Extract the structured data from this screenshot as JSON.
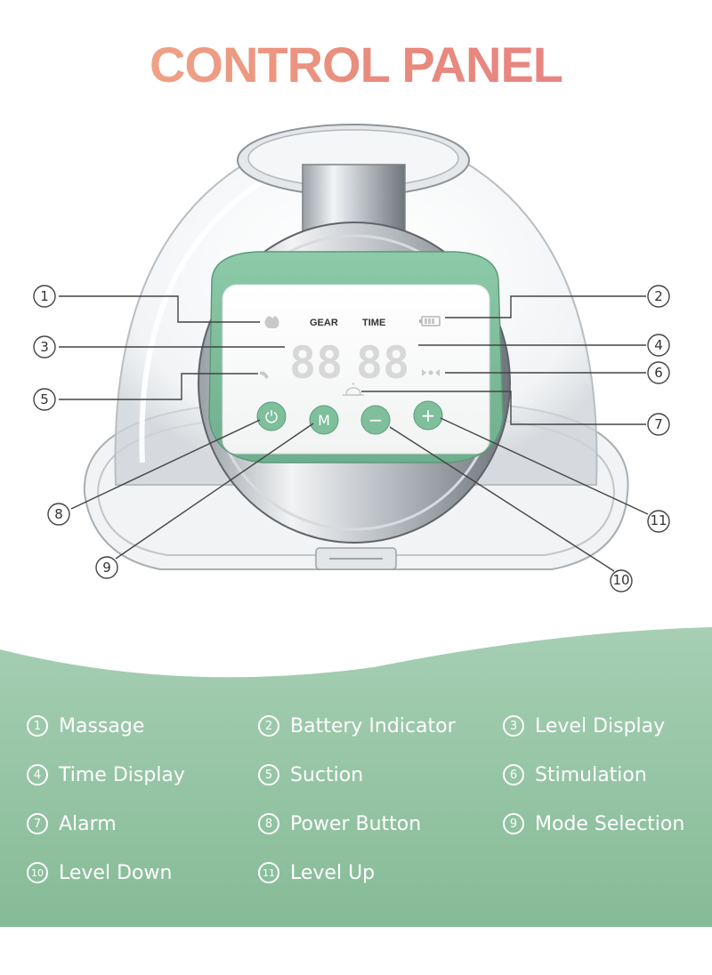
{
  "title": "CONTROL PANEL",
  "lcd": {
    "gear_label": "GEAR",
    "time_label": "TIME",
    "gear_digits": "88",
    "time_digits": "88",
    "power_button": "⏻",
    "mode_button": "M",
    "minus_button": "−",
    "plus_button": "+"
  },
  "callouts": [
    "1",
    "2",
    "3",
    "4",
    "5",
    "6",
    "7",
    "8",
    "9",
    "10",
    "11"
  ],
  "legend": [
    {
      "num": "1",
      "label": "Massage"
    },
    {
      "num": "2",
      "label": "Battery Indicator"
    },
    {
      "num": "3",
      "label": "Level Display"
    },
    {
      "num": "4",
      "label": "Time Display"
    },
    {
      "num": "5",
      "label": "Suction"
    },
    {
      "num": "6",
      "label": "Stimulation"
    },
    {
      "num": "7",
      "label": "Alarm"
    },
    {
      "num": "8",
      "label": "Power Button"
    },
    {
      "num": "9",
      "label": "Mode Selection"
    },
    {
      "num": "10",
      "label": "Level Down"
    },
    {
      "num": "11",
      "label": "Level Up"
    }
  ],
  "colors": {
    "accent_green": "#7fbf9c",
    "legend_green": "#8fc2a0",
    "title_orange": "#f0a585",
    "title_pink": "#e87f86"
  }
}
